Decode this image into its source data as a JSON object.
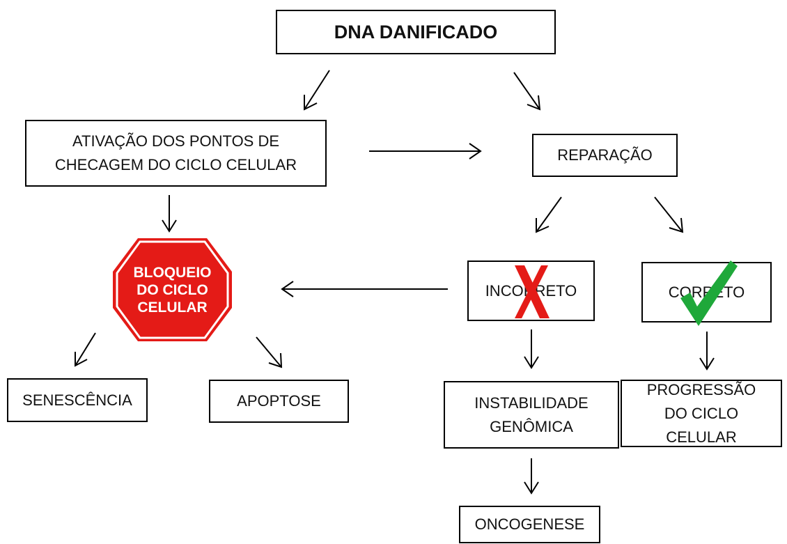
{
  "nodes": {
    "dna": "DNA DANIFICADO",
    "ativacao": "ATIVAÇÃO DOS PONTOS DE CHECAGEM DO CICLO CELULAR",
    "reparacao": "REPARAÇÃO",
    "bloqueio": "BLOQUEIO DO CICLO CELULAR",
    "incorreto": "INCORRETO",
    "correto": "CORRETO",
    "senescencia": "SENESCÊNCIA",
    "apoptose": "APOPTOSE",
    "instabilidade": "INSTABILIDADE GENÔMICA",
    "progressao": "PROGRESSÃO DO CICLO CELULAR",
    "oncogenese": "ONCOGENESE"
  },
  "edges": [
    {
      "from": "DNA DANIFICADO",
      "to": "ATIVAÇÃO DOS PONTOS DE CHECAGEM DO CICLO CELULAR"
    },
    {
      "from": "DNA DANIFICADO",
      "to": "REPARAÇÃO"
    },
    {
      "from": "ATIVAÇÃO DOS PONTOS DE CHECAGEM DO CICLO CELULAR",
      "to": "REPARAÇÃO"
    },
    {
      "from": "ATIVAÇÃO DOS PONTOS DE CHECAGEM DO CICLO CELULAR",
      "to": "BLOQUEIO DO CICLO CELULAR"
    },
    {
      "from": "REPARAÇÃO",
      "to": "INCORRETO"
    },
    {
      "from": "REPARAÇÃO",
      "to": "CORRETO"
    },
    {
      "from": "INCORRETO",
      "to": "BLOQUEIO DO CICLO CELULAR"
    },
    {
      "from": "BLOQUEIO DO CICLO CELULAR",
      "to": "SENESCÊNCIA"
    },
    {
      "from": "BLOQUEIO DO CICLO CELULAR",
      "to": "APOPTOSE"
    },
    {
      "from": "INCORRETO",
      "to": "INSTABILIDADE GENÔMICA"
    },
    {
      "from": "CORRETO",
      "to": "PROGRESSÃO DO CICLO CELULAR"
    },
    {
      "from": "INSTABILIDADE GENÔMICA",
      "to": "ONCOGENESE"
    }
  ],
  "colors": {
    "stop_sign": "#e41b17",
    "cross_mark": "#e41b17",
    "check_mark": "#1fa83a",
    "line": "#000000"
  },
  "icons": {
    "bloqueio": "stop-sign-octagon",
    "incorreto": "red-x-mark",
    "correto": "green-check-mark"
  }
}
